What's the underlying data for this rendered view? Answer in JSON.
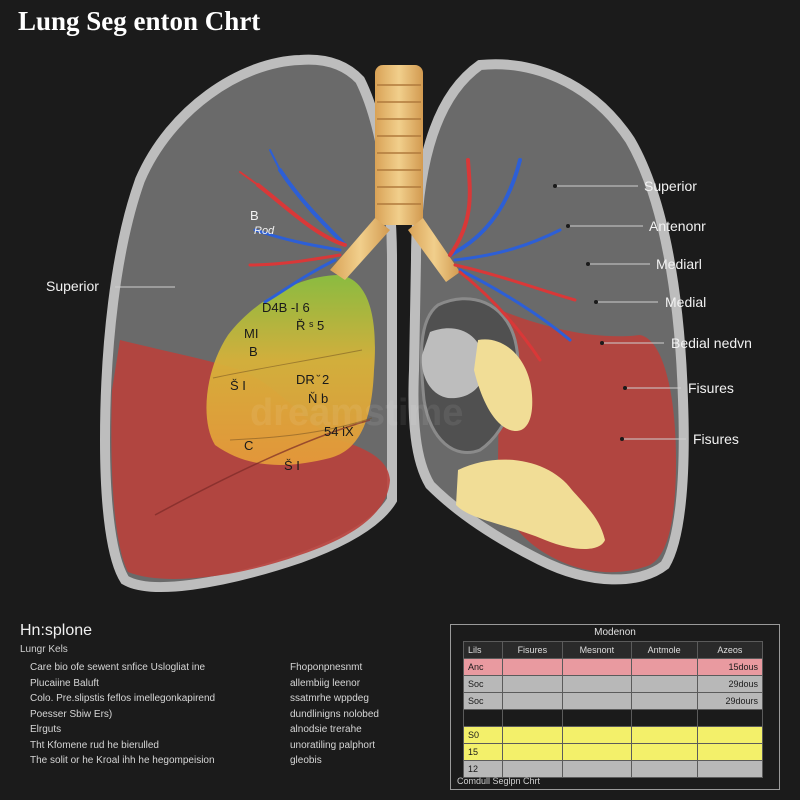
{
  "title": "Lung Seg enton Chrt",
  "labels": {
    "left_superior": "Superior",
    "bronchus_b": "B",
    "bronchus_rod": "Rod",
    "right": [
      "Superior",
      "Antenonr",
      "Mediarl",
      "Medial",
      "Bedial nedvn",
      "Fisures",
      "Fisures"
    ]
  },
  "segments": {
    "s1": "D4B -I  6",
    "s2": "MI",
    "s3": "R̆ ˢ 5",
    "s4": "B",
    "s5": "S̆ I",
    "s6": "DR ̆ 2",
    "s7": "N̆ b",
    "s8": "54 iX",
    "s9": "C",
    "s10": "S̆ I"
  },
  "watermark": "dreamstime",
  "legend": {
    "heading": "Hn:splone",
    "subheading": "Lungr Kels",
    "left_lines": [
      "Care bio ofe sewent snfice Uslogliat ine",
      "Plucaiine Baluft",
      "Colo. Pre.slipstis feflos imellegonkapirend",
      "Poesser Sbiw Ers)",
      "Elrguts",
      "Tht Kfomene rud he bierulled",
      "The solit or he Kroal ihh he hegompeision"
    ],
    "right_lines": [
      "Fhoponpnesnmt",
      "allembiig leenor",
      "ssatmrhe wppdeg",
      "dundlinigns nolobed",
      "alnodsie trerahe",
      "unoratiling palphort",
      "gleobis"
    ]
  },
  "table": {
    "title": "Modenon",
    "headers": [
      "Lils",
      "Fisures",
      "Mesnont",
      "Antmole",
      "Azeos"
    ],
    "rows": [
      {
        "style": "pink",
        "cells": [
          "Anc",
          "",
          "",
          "",
          "15dous"
        ]
      },
      {
        "style": "gray",
        "cells": [
          "Soc",
          "",
          "",
          "",
          "29dous"
        ]
      },
      {
        "style": "gray",
        "cells": [
          "Soc",
          "",
          "",
          "",
          "29dours"
        ]
      },
      {
        "style": "spacer",
        "cells": [
          "",
          "",
          "",
          "",
          ""
        ]
      },
      {
        "style": "yellow",
        "cells": [
          "S0",
          "",
          "",
          "",
          ""
        ]
      },
      {
        "style": "yellow",
        "cells": [
          "15",
          "",
          "",
          "",
          ""
        ]
      },
      {
        "style": "gray",
        "cells": [
          "12",
          "",
          "",
          "",
          ""
        ]
      }
    ],
    "footer": "Comdull Seglpn Chrt"
  },
  "colors": {
    "background": "#1b1b1b",
    "lung_gray": "#6c6c6c",
    "red_region": "#c0433c",
    "green_region": "#8ab43c",
    "orange_region": "#e2a23a",
    "yellow_region": "#f1dd96",
    "artery": "#d93838",
    "vein": "#2d5fd6",
    "trachea": "#e8b86a"
  }
}
